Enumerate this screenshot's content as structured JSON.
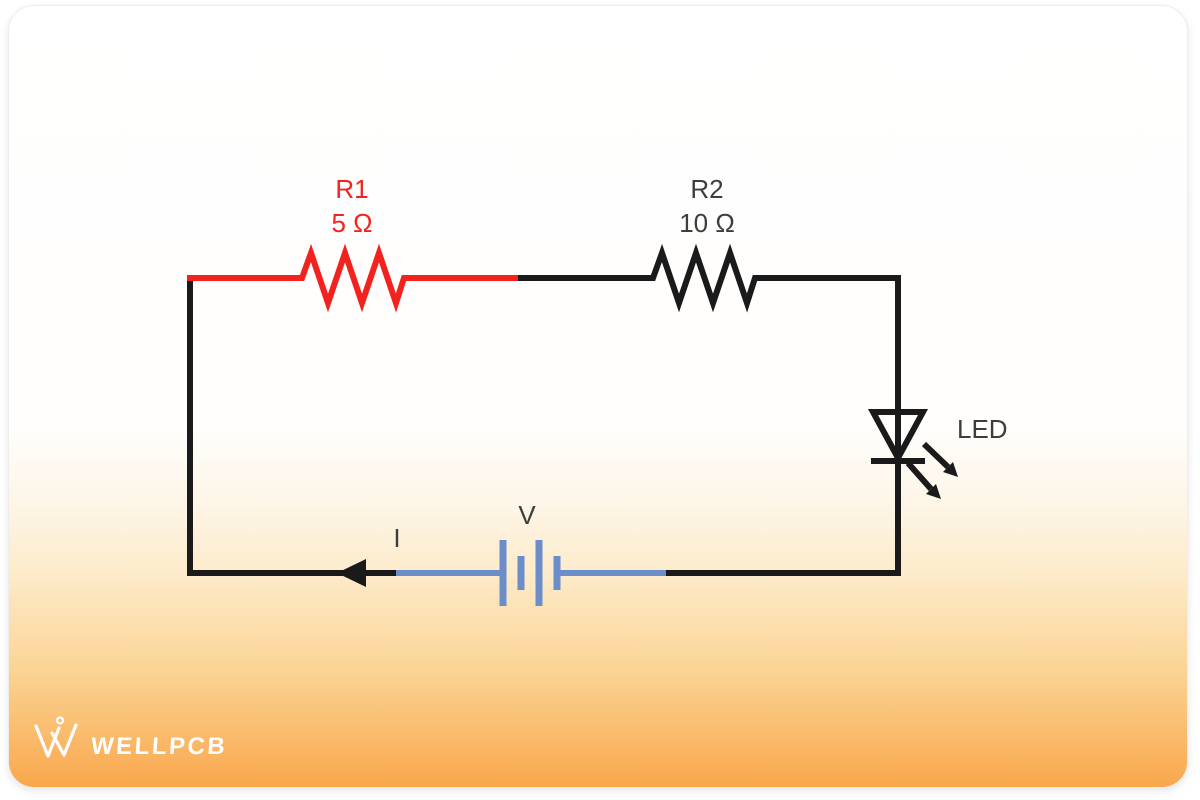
{
  "diagram": {
    "components": {
      "r1": {
        "name": "R1",
        "value": "5 Ω"
      },
      "r2": {
        "name": "R2",
        "value": "10 Ω"
      },
      "led": {
        "label": "LED"
      },
      "battery": {
        "label": "V"
      },
      "current": {
        "label": "I"
      }
    },
    "colors": {
      "r1_wire": "#f2231f",
      "wire_black": "#1a1a1a",
      "battery_blue": "#6b8dc9",
      "label_gray": "#3d3d3d",
      "card_orange_bottom": "#f9a74c",
      "card_white_top": "#ffffff"
    }
  },
  "logo": {
    "text": "WELLPCB",
    "color": "#ffffff"
  }
}
